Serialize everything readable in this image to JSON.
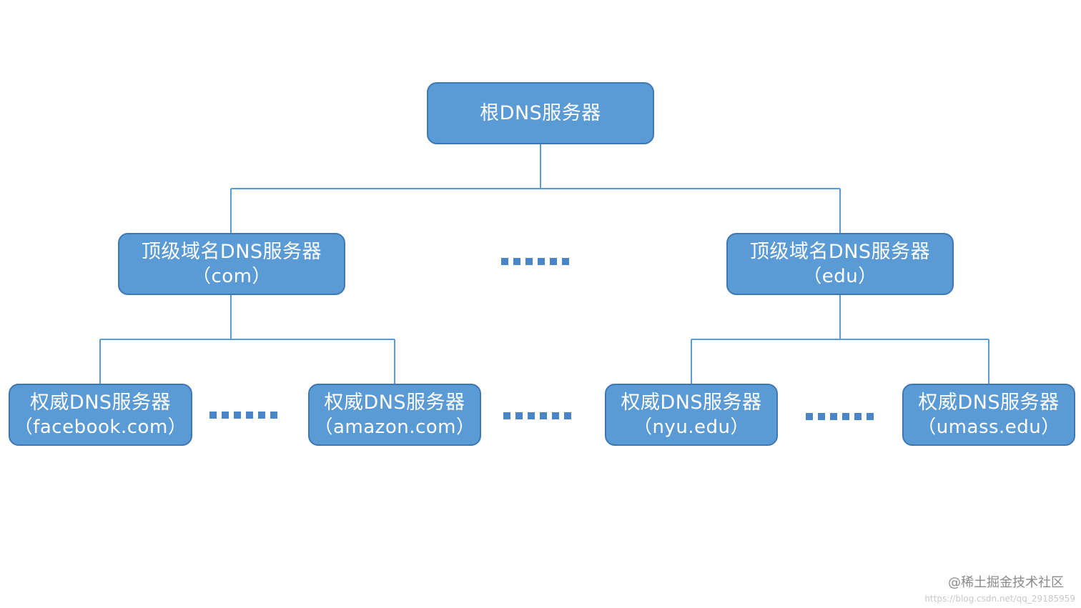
{
  "colors": {
    "node_fill": "#5b9bd5",
    "node_border": "#3e78b2",
    "connector": "#5b9bd5",
    "ellipsis": "#4a86c7",
    "node_text": "#ffffff"
  },
  "root": {
    "label": "根DNS服务器"
  },
  "tld": [
    {
      "line1": "顶级域名DNS服务器",
      "line2": "（com）"
    },
    {
      "line1": "顶级域名DNS服务器",
      "line2": "（edu）"
    }
  ],
  "authoritative": [
    {
      "line1": "权威DNS服务器",
      "line2": "（facebook.com）"
    },
    {
      "line1": "权威DNS服务器",
      "line2": "（amazon.com）"
    },
    {
      "line1": "权威DNS服务器",
      "line2": "（nyu.edu）"
    },
    {
      "line1": "权威DNS服务器",
      "line2": "（umass.edu）"
    }
  ],
  "ellipsis_glyph": "......",
  "watermark": {
    "brand": "@稀土掘金技术社区",
    "url": "https://blog.csdn.net/qq_29185959"
  }
}
